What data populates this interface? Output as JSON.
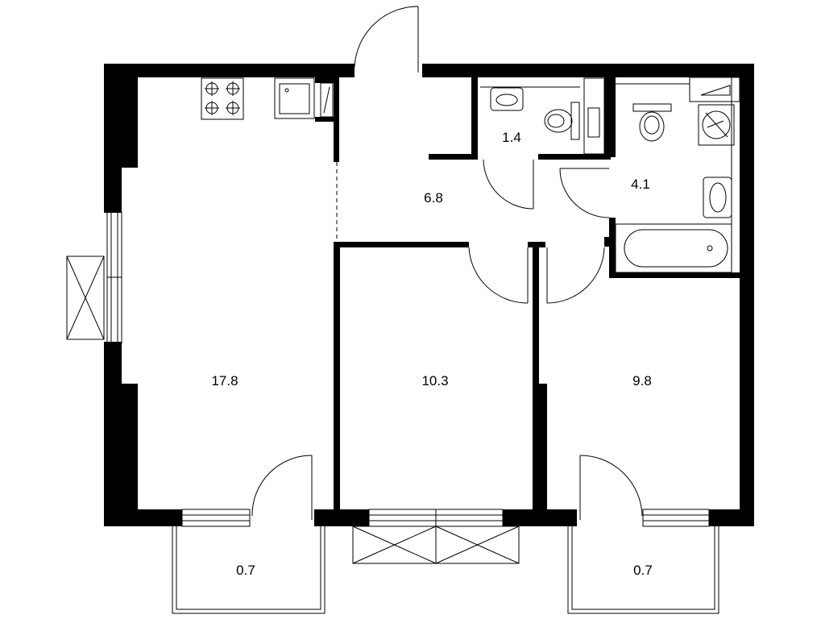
{
  "rooms": [
    {
      "id": "living-kitchen",
      "area": "17.8"
    },
    {
      "id": "hallway",
      "area": "6.8"
    },
    {
      "id": "toilet",
      "area": "1.4"
    },
    {
      "id": "bathroom",
      "area": "4.1"
    },
    {
      "id": "bedroom-middle",
      "area": "10.3"
    },
    {
      "id": "bedroom-right",
      "area": "9.8"
    },
    {
      "id": "balcony-left",
      "area": "0.7"
    },
    {
      "id": "balcony-right",
      "area": "0.7"
    }
  ]
}
